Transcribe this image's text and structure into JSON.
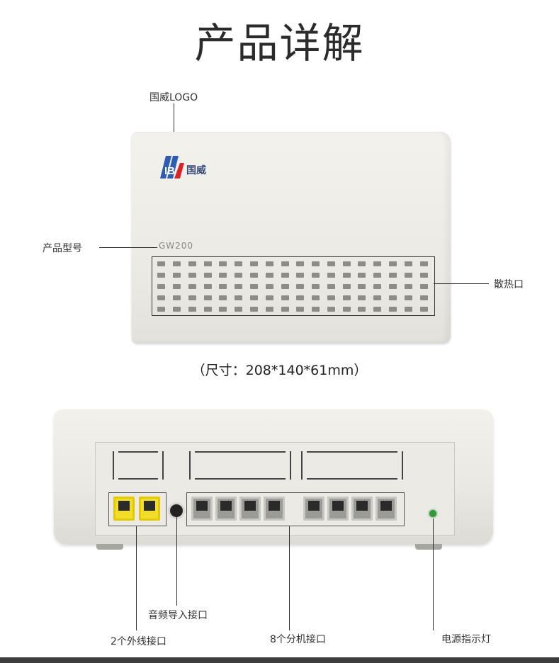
{
  "page": {
    "title": "产品详解",
    "dimensions": "（尺寸：208*140*61mm）"
  },
  "front": {
    "brand_text": "国威",
    "logo_text": "IB",
    "model_text": "GW200"
  },
  "callouts": {
    "logo": "国威LOGO",
    "model": "产品型号",
    "vent": "散热口",
    "audio": "音频导入接口",
    "outer_lines": "2个外线接口",
    "extensions": "8个分机接口",
    "power_led": "电源指示灯"
  },
  "colors": {
    "logo_blue": "#2f5db3",
    "logo_red": "#d8232a",
    "port_yellow": "#f1dd2a",
    "led_green": "#2e9a3a"
  }
}
